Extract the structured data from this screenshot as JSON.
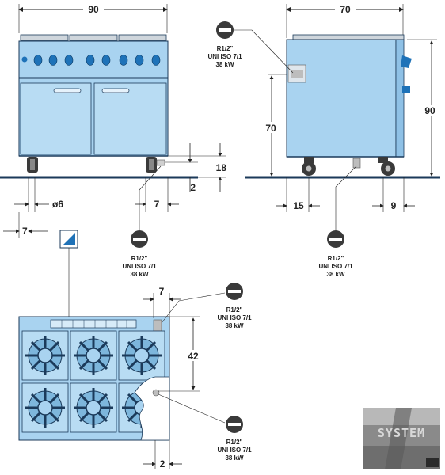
{
  "front_view": {
    "width": "90",
    "foot_dims": [
      "18",
      "2",
      "7",
      "ø6",
      "7"
    ],
    "gas_label": {
      "line1": "R1/2\"",
      "line2": "UNI ISO 7/1",
      "line3": "38 kW"
    }
  },
  "side_view": {
    "depth": "70",
    "height_total": "90",
    "height_body": "70",
    "bottom_dims": [
      "15",
      "9"
    ],
    "gas_label_top": {
      "line1": "R1/2\"",
      "line2": "UNI ISO 7/1",
      "line3": "38 kW"
    },
    "gas_label_bottom": {
      "line1": "R1/2\"",
      "line2": "UNI ISO 7/1",
      "line3": "38 kW"
    }
  },
  "top_view": {
    "dims": [
      "7",
      "42",
      "2"
    ],
    "gas_label_a": {
      "line1": "R1/2\"",
      "line2": "UNI ISO 7/1",
      "line3": "38 kW"
    },
    "gas_label_b": {
      "line1": "R1/2\"",
      "line2": "UNI ISO 7/1",
      "line3": "38 kW"
    }
  },
  "logo": {
    "text": "SYSTEM"
  },
  "colors": {
    "body": "#a9d3f0",
    "body_dark": "#6fa8cf",
    "outline": "#1b3a5a",
    "knob": "#1e72b8",
    "gas_symbol": "#3a3a3a"
  }
}
